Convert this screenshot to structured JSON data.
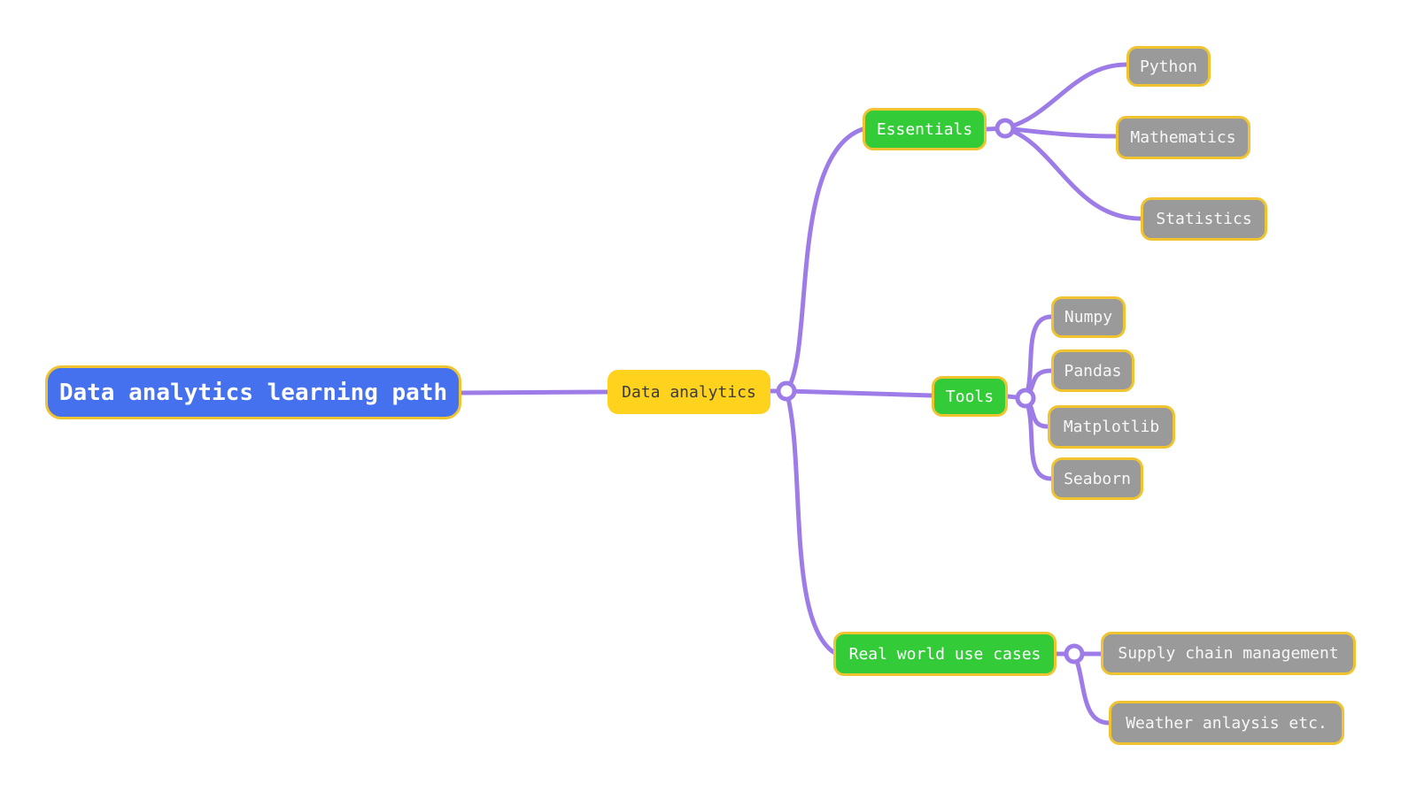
{
  "mindmap": {
    "type": "mindmap",
    "root": {
      "label": "Data analytics learning path"
    },
    "center": {
      "label": "Data analytics"
    },
    "branches": [
      {
        "label": "Essentials",
        "children": [
          {
            "label": "Python"
          },
          {
            "label": "Mathematics"
          },
          {
            "label": "Statistics"
          }
        ]
      },
      {
        "label": "Tools",
        "children": [
          {
            "label": "Numpy"
          },
          {
            "label": "Pandas"
          },
          {
            "label": "Matplotlib"
          },
          {
            "label": "Seaborn"
          }
        ]
      },
      {
        "label": "Real world use cases",
        "children": [
          {
            "label": "Supply chain management"
          },
          {
            "label": "Weather anlaysis etc."
          }
        ]
      }
    ],
    "colors": {
      "root_fill": "#4570ee",
      "root_text": "#ffffff",
      "center_fill": "#ffd21e",
      "center_text": "#3b3b3b",
      "branch_fill": "#33cc38",
      "child_fill": "#9a9a9a",
      "border": "#f0c330",
      "edge": "#9e7ce8"
    }
  }
}
